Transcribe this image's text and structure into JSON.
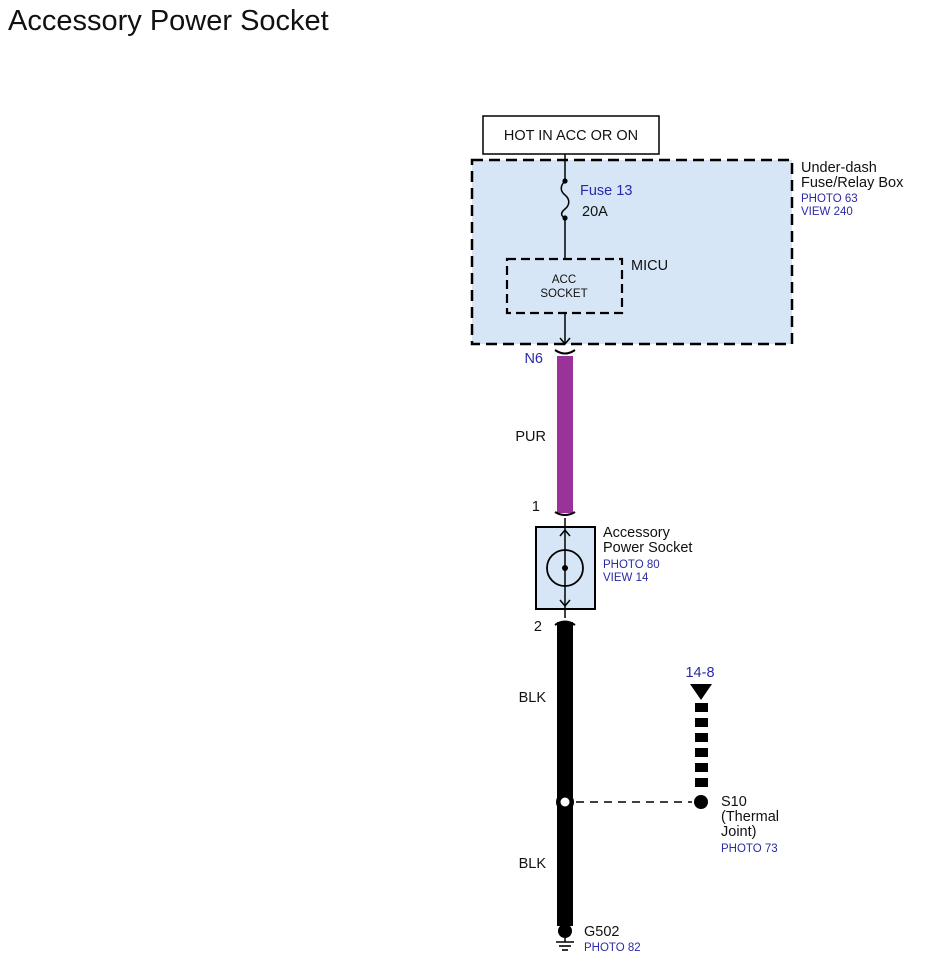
{
  "title": "Accessory Power Socket",
  "power_label": "HOT IN ACC OR ON",
  "fuse_box": {
    "name_line1": "Under-dash",
    "name_line2": "Fuse/Relay Box",
    "photo": "PHOTO 63",
    "view": "VIEW 240"
  },
  "fuse": {
    "name": "Fuse 13",
    "rating": "20A"
  },
  "micu": {
    "label": "MICU",
    "block_line1": "ACC",
    "block_line2": "SOCKET"
  },
  "connector_top": "N6",
  "wire_pur": {
    "color_label": "PUR",
    "color": "#993399"
  },
  "socket": {
    "pin_top": "1",
    "pin_bottom": "2",
    "name_line1": "Accessory",
    "name_line2": "Power Socket",
    "photo": "PHOTO 80",
    "view": "VIEW 14"
  },
  "wire_blk_upper": {
    "color_label": "BLK",
    "color": "#000000"
  },
  "wire_blk_lower": {
    "color_label": "BLK"
  },
  "ref_arrow": "14-8",
  "splice": {
    "name": "S10",
    "desc_line1": "(Thermal",
    "desc_line2": "Joint)",
    "photo": "PHOTO 73"
  },
  "ground": {
    "name": "G502",
    "photo": "PHOTO 82"
  },
  "colors": {
    "box_fill": "#d6e6f6",
    "link_blue": "#2a2aa8"
  }
}
